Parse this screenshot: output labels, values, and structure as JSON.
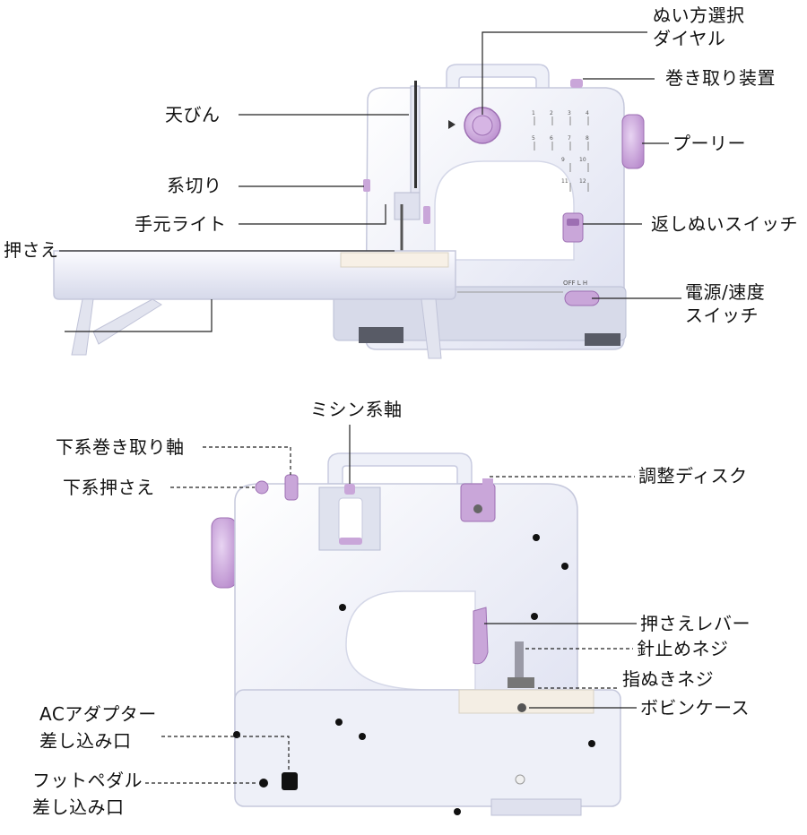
{
  "top_labels": {
    "stitch_dial": [
      "ぬい方選択",
      "ダイヤル"
    ],
    "bobbin_winder": "巻き取り装置",
    "thread_takeup": "天びん",
    "pulley": "プーリー",
    "thread_cutter": "系切り",
    "reverse_switch": "返しぬいスイッチ",
    "work_light": "手元ライト",
    "presser_foot": "押さえ",
    "power_speed": [
      "電源/速度",
      "スイッチ"
    ]
  },
  "bottom_labels": {
    "spool_pin": "ミシン系軸",
    "bobbin_winder_shaft": "下系巻き取り軸",
    "adjust_disc": "調整ディスク",
    "bobbin_presser": "下系押さえ",
    "presser_lever": "押さえレバー",
    "needle_screw": "針止めネジ",
    "thimble_screw": "指ぬきネジ",
    "bobbin_case": "ボビンケース",
    "ac_adapter": [
      "ACアダプター",
      "差し込み口"
    ],
    "foot_pedal": [
      "フットペダル",
      "差し込み口"
    ]
  },
  "machine_markings": {
    "switch_positions": "OFF L H",
    "stitch_numbers": [
      "1",
      "2",
      "3",
      "4",
      "5",
      "6",
      "7",
      "8",
      "9",
      "10",
      "11",
      "12"
    ]
  },
  "colors": {
    "body": "#f3f3fb",
    "body_shade": "#d9dcec",
    "accent": "#c9a6d9",
    "accent_dark": "#9d6fb3",
    "line": "#222222"
  }
}
